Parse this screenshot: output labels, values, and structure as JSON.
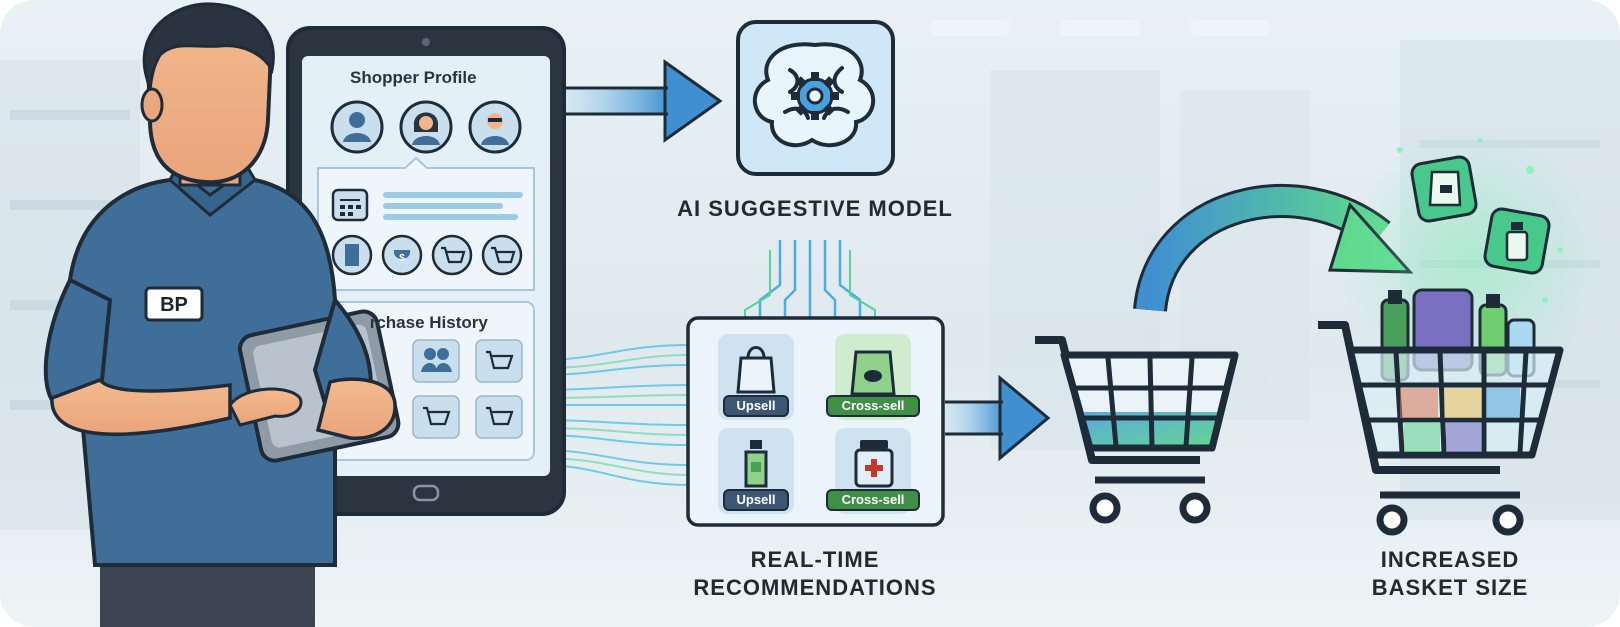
{
  "tablet": {
    "profile_title": "Shopper Profile",
    "history_title": "Purchase History"
  },
  "employee": {
    "badge": "BP"
  },
  "model": {
    "label": "AI SUGGESTIVE MODEL"
  },
  "recommendations": {
    "label_line1": "REAL-TIME",
    "label_line2": "RECOMMENDATIONS",
    "tiles": [
      {
        "badge": "Upsell",
        "icon": "shopping-bag-icon"
      },
      {
        "badge": "Cross-sell",
        "icon": "coffee-bag-icon"
      },
      {
        "badge": "Upsell",
        "icon": "bottle-icon"
      },
      {
        "badge": "Cross-sell",
        "icon": "medicine-jar-icon"
      }
    ]
  },
  "result": {
    "label_line1": "INCREASED",
    "label_line2": "BASKET SIZE"
  },
  "colors": {
    "arrow_blue": "#3f8fd1",
    "shirt_blue": "#3f6f98",
    "upsell_badge": "#3d5673",
    "crosssell_badge": "#3f8f47",
    "glow_green": "#47d48a",
    "outline": "#1e2b38"
  }
}
